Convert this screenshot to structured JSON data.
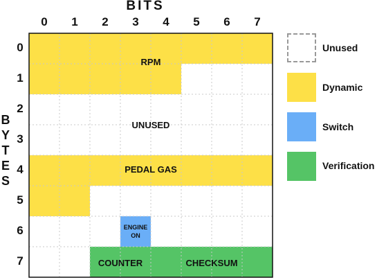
{
  "header": {
    "bits_title": "BITS",
    "bytes_title": [
      "B",
      "Y",
      "T",
      "E",
      "S"
    ]
  },
  "columns": [
    "0",
    "1",
    "2",
    "3",
    "4",
    "5",
    "6",
    "7"
  ],
  "rows": [
    "0",
    "1",
    "2",
    "3",
    "4",
    "5",
    "6",
    "7"
  ],
  "colors": {
    "dynamic": "#fde047",
    "switch": "#6aaef7",
    "verification": "#55c466",
    "unused": "#ffffff",
    "grid": "#c8c8c8"
  },
  "labels": {
    "rpm": "RPM",
    "unused": "UNUSED",
    "pedal_gas": "PEDAL GAS",
    "engine_on_line1": "ENGINE",
    "engine_on_line2": "ON",
    "counter": "COUNTER",
    "checksum": "CHECKSUM"
  },
  "legend": [
    {
      "key": "unused",
      "label": "Unused"
    },
    {
      "key": "dynamic",
      "label": "Dynamic"
    },
    {
      "key": "switch",
      "label": "Switch"
    },
    {
      "key": "verification",
      "label": "Verification"
    }
  ]
}
